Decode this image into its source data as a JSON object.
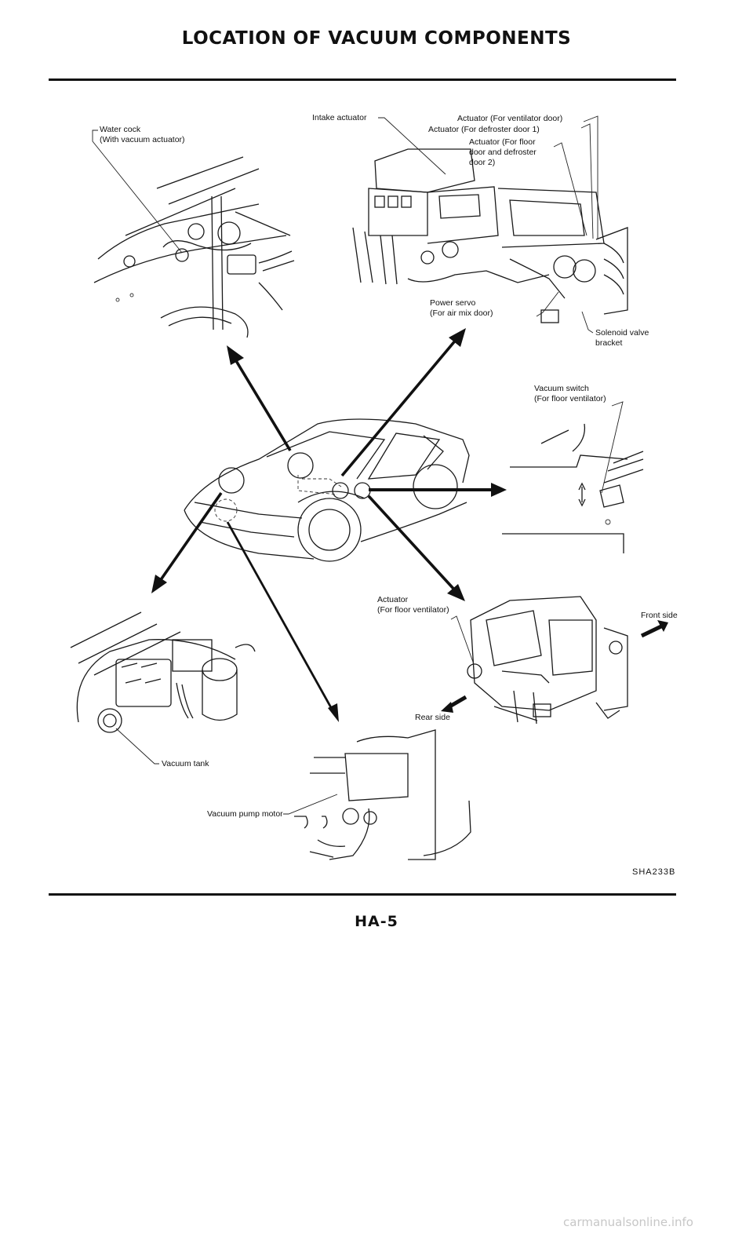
{
  "page": {
    "title": "LOCATION OF VACUUM COMPONENTS",
    "page_number": "HA-5",
    "figure_code": "SHA233B",
    "footer_url": "carmanualsonline.info"
  },
  "callouts": {
    "water_cock": "Water cock\n(With vacuum actuator)",
    "intake_actuator": "Intake actuator",
    "actuator_ventilator_door": "Actuator (For ventilator door)",
    "actuator_defroster_door_1": "Actuator (For defroster door 1)",
    "actuator_floor_door": "Actuator (For floor\ndoor and defroster\ndoor 2)",
    "power_servo": "Power servo\n(For air mix door)",
    "solenoid_valve_bracket": "Solenoid valve\nbracket",
    "vacuum_switch": "Vacuum switch\n(For floor ventilator)",
    "actuator_floor_ventilator": "Actuator\n(For floor ventilator)",
    "front_side": "Front side",
    "rear_side": "Rear side",
    "vacuum_tank": "Vacuum tank",
    "vacuum_pump_motor": "Vacuum pump motor"
  },
  "icons": {
    "pointer_arrow": "arrow-icon",
    "car": "car-illustration-icon"
  }
}
